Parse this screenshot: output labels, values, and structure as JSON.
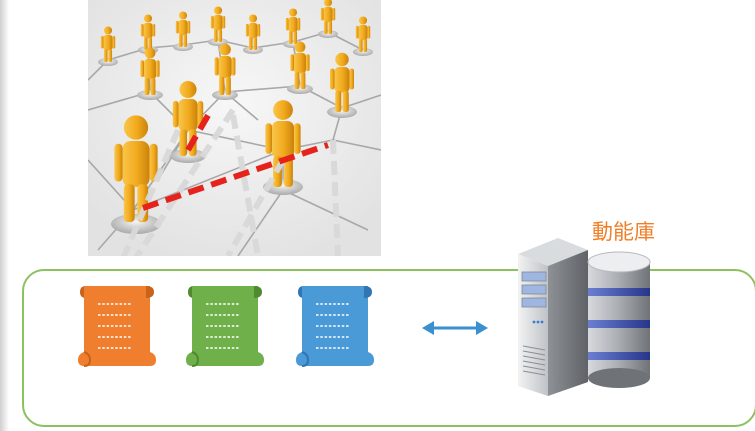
{
  "diagram": {
    "db_label": "動能庫",
    "documents": [
      {
        "name": "orange",
        "color": "#ef7f2e",
        "fold": "#c9621a"
      },
      {
        "name": "green",
        "color": "#6fb04a",
        "fold": "#4f8a30"
      },
      {
        "name": "blue",
        "color": "#4a9ad8",
        "fold": "#2f76b3"
      }
    ],
    "colors": {
      "panel_border": "#8cc160",
      "person": "#f3b22c",
      "highlight_link": "#e5221c",
      "feed_arrows": "#d9d9d9",
      "connector_arrow": "#3a8fd0",
      "label": "#f07f2a"
    }
  }
}
